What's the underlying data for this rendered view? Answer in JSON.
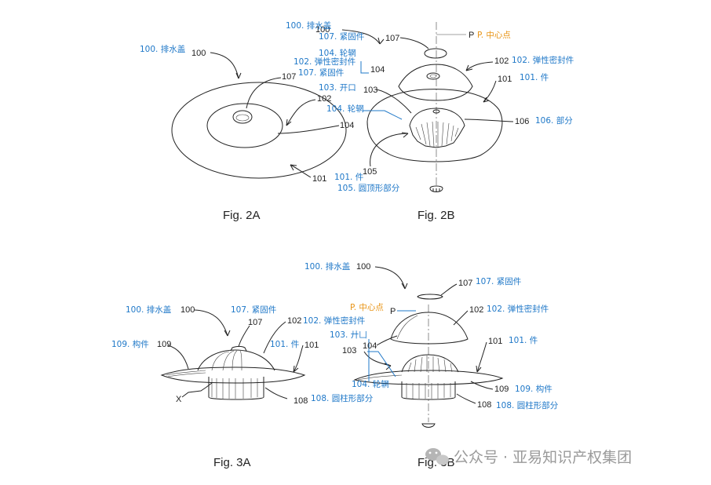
{
  "captions": {
    "fig2a": "Fig. 2A",
    "fig2b": "Fig. 2B",
    "fig3a": "Fig. 3A",
    "fig3b": "Fig. 3B"
  },
  "ref": {
    "r100": "100",
    "r101": "101",
    "r102": "102",
    "r103": "103",
    "r104": "104",
    "r105": "105",
    "r106": "106",
    "r107": "107",
    "r108": "108",
    "r109": "109",
    "rP": "P",
    "rX": "X"
  },
  "labels": {
    "drain_cover": "100. 排水盖",
    "member": "101. 件",
    "elastic_seal": "102. 弹性密封件",
    "opening": "103. 开口",
    "opening_alt": "103. 廾凵",
    "hub": "104. 轮辋",
    "dome_part": "105. 圆顶形部分",
    "part": "106. 部分",
    "fastener": "107. 紧固件",
    "cylinder_part": "108. 圆柱形部分",
    "structure": "109. 构件",
    "center_point": "P. 中心点"
  },
  "watermark": {
    "text": "公众号 · 亚易知识产权集团"
  },
  "colors": {
    "annotation": "#1f78c8",
    "center": "#e89416",
    "line": "#222222"
  }
}
